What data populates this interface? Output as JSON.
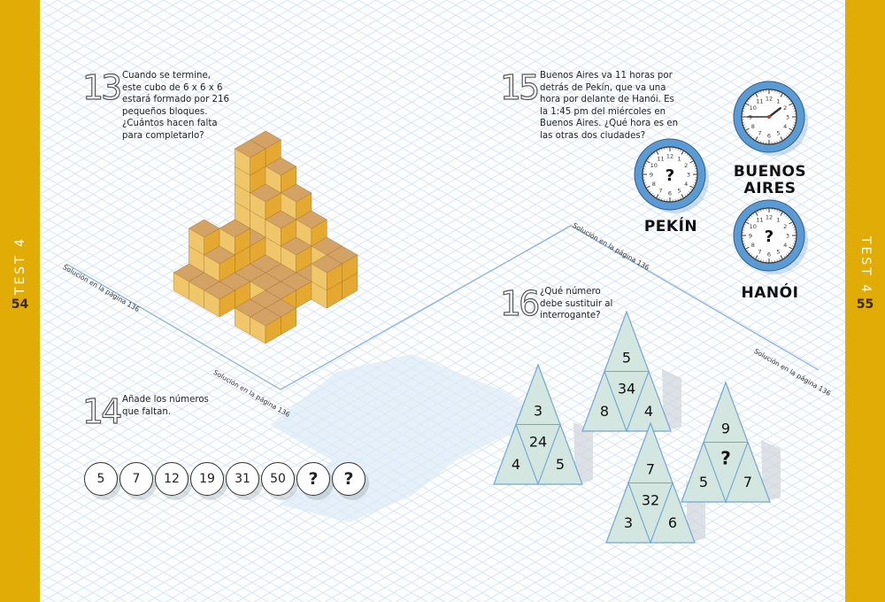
{
  "left_page": {
    "section": "TEST 4",
    "page_number": "54"
  },
  "right_page": {
    "section": "TEST 4",
    "page_number": "55"
  },
  "puzzle13": {
    "number": "13",
    "text": "Cuando se termine, este cubo de 6 x 6 x 6 estará formado por 216 pequeños bloques. ¿Cuántos hacen falta para completarlo?"
  },
  "puzzle14": {
    "number": "14",
    "text": "Añade los números que faltan.",
    "sequence": [
      "5",
      "7",
      "12",
      "19",
      "31",
      "50",
      "?",
      "?"
    ]
  },
  "puzzle15": {
    "number": "15",
    "text": "Buenos Aires va 11 horas por detrás de Pekín, que va una hora por delante de Hanói. Es la 1:45 pm del miércoles en Buenos Aires. ¿Qué hora es en las otras dos ciudades?",
    "cities": {
      "buenos_aires": "BUENOS\nAIRES",
      "pekin": "PEKÍN",
      "hanoi": "HANÓI"
    },
    "unknown": "?"
  },
  "puzzle16": {
    "number": "16",
    "text": "¿Qué número debe sustituir al interrogante?",
    "triangles": [
      {
        "top": "3",
        "left": "4",
        "center": "24",
        "right": "5"
      },
      {
        "top": "5",
        "left": "8",
        "center": "34",
        "right": "4"
      },
      {
        "top": "7",
        "left": "3",
        "center": "32",
        "right": "6"
      },
      {
        "top": "9",
        "left": "5",
        "center": "?",
        "right": "7"
      }
    ]
  },
  "solution_note": "Solución en la página 136",
  "colors": {
    "band": "#e0ac05",
    "grid": "#cfe0f2",
    "clock_ring": "#5b9bd5",
    "triangle": "#d3e6e0",
    "cube_top": "#d4a264",
    "cube_left": "#f0c66a",
    "cube_right": "#e5a932"
  }
}
